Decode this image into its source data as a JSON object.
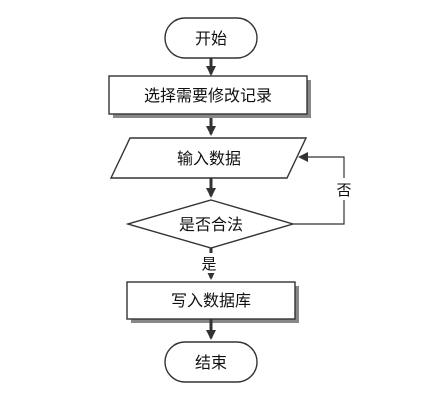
{
  "diagram": {
    "nodes": {
      "start": "开始",
      "select": "选择需要修改记录",
      "input": "输入数据",
      "check": "是否合法",
      "write": "写入数据库",
      "end": "结束"
    },
    "edges": {
      "yes_label": "是",
      "no_label": "否"
    }
  }
}
